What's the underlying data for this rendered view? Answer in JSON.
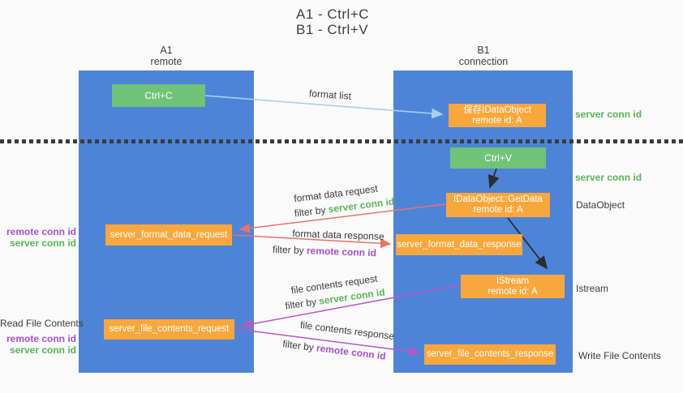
{
  "title": {
    "line1": "A1 - Ctrl+C",
    "line2": "B1 - Ctrl+V"
  },
  "lanes": {
    "left": {
      "name": "A1",
      "subtitle": "remote"
    },
    "right": {
      "name": "B1",
      "subtitle": "connection"
    }
  },
  "nodes": {
    "ctrl_c": {
      "label": "Ctrl+C"
    },
    "ctrl_v": {
      "label": "Ctrl+V"
    },
    "save_dataobject": {
      "line1": "保存IDataObject",
      "line2": "remote id: A"
    },
    "getdata": {
      "line1": "IDataObject::GetData",
      "line2": "remote id: A"
    },
    "istream": {
      "line1": "IStream",
      "line2": "remote id: A"
    },
    "format_request": {
      "label": "server_format_data_request"
    },
    "format_response": {
      "label": "server_format_data_response"
    },
    "file_request": {
      "label": "server_file_contents_request"
    },
    "file_response": {
      "label": "server_file_contents_response"
    }
  },
  "edge_labels": {
    "format_list": "format list",
    "format_data_request": "format data request",
    "format_data_response": "format data response",
    "file_contents_request": "file contents request",
    "file_contents_response": "file contents response"
  },
  "strings": {
    "filter_by": "filter by ",
    "server_conn_id": "server conn id",
    "remote_conn_id": "remote conn id"
  },
  "side_labels": {
    "dataobject": "DataObject",
    "istream": "Istream",
    "read_file_contents": "Read File Contents",
    "write_file_contents": "Write File Contents"
  },
  "colors": {
    "lane_blue": "#4e84d8",
    "node_green": "#70c377",
    "node_orange": "#f8a73c",
    "arrow_light_blue": "#a9cfee",
    "arrow_salmon": "#e8736b",
    "arrow_magenta": "#bb55c5",
    "arrow_black": "#2c2c2c",
    "text_green": "#58b556",
    "text_purple": "#a64fc9",
    "text_dark": "#3c3c3c"
  }
}
